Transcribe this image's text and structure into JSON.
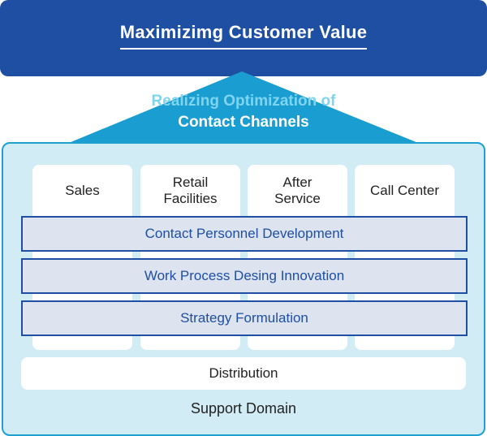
{
  "top_banner": {
    "title": "Maximizimg Customer Value"
  },
  "roof": {
    "line1": "Realizing Optimization of",
    "line2": "Contact Channels"
  },
  "columns": [
    {
      "label": "Sales"
    },
    {
      "label": "Retail\nFacilities"
    },
    {
      "label": "After\nService"
    },
    {
      "label": "Call Center"
    }
  ],
  "bands": [
    {
      "label": "Contact Personnel Development"
    },
    {
      "label": "Work Process Desing Innovation"
    },
    {
      "label": "Strategy Formulation"
    }
  ],
  "distribution": {
    "label": "Distribution"
  },
  "support": {
    "label": "Support Domain"
  },
  "colors": {
    "banner": "#1e4fa3",
    "roof": "#1a9ed1",
    "roof_highlight_text": "#7fd4f0",
    "support_fill": "#d2ecf5",
    "band_fill": "#dde3ef"
  }
}
